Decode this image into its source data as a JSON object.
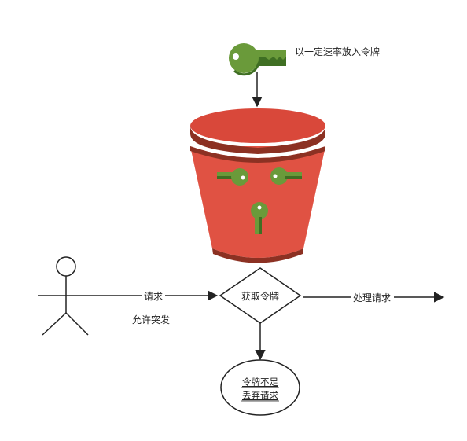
{
  "labels": {
    "rate": "以一定速率放入令牌",
    "request": "请求",
    "allow_burst": "允许突发",
    "get_token": "获取令牌",
    "process_request": "处理请求",
    "insufficient_line1": "令牌不足",
    "insufficient_line2": "丢弃请求"
  },
  "colors": {
    "bucket_red": "#e05243",
    "bucket_rim_dark": "#8c3123",
    "bucket_top": "#d9483a",
    "key_green": "#6a9a3a",
    "key_green_dark": "#3f6f23",
    "stroke": "#222222"
  }
}
